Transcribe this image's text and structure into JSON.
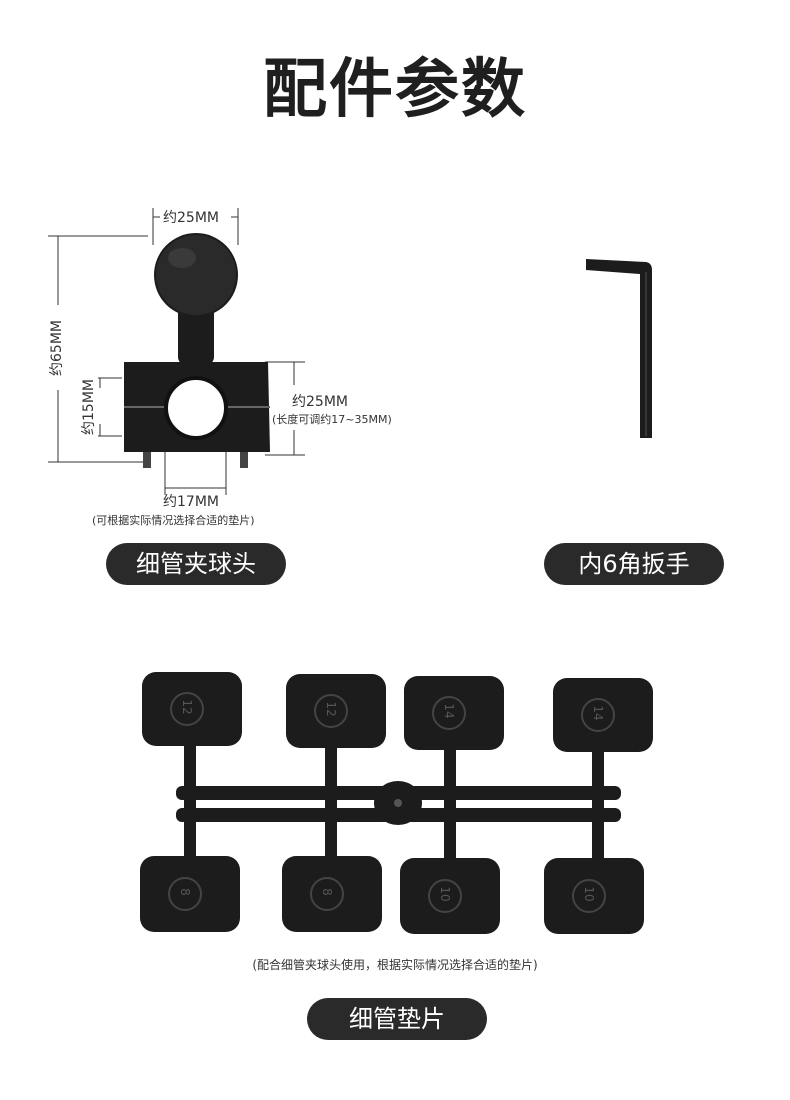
{
  "title": "配件参数",
  "clamp": {
    "dim_ball": "约25MM",
    "dim_height": "约65MM",
    "dim_clamp_height": "约15MM",
    "dim_clamp_len": "约25MM",
    "dim_clamp_len_note": "(长度可调约17~35MM)",
    "dim_pipe": "约17MM",
    "dim_pipe_note": "(可根据实际情况选择合适的垫片)",
    "label": "细管夹球头"
  },
  "wrench": {
    "label": "内6角扳手"
  },
  "shims": {
    "top_row": [
      "12",
      "12",
      "14",
      "14"
    ],
    "bottom_row": [
      "8",
      "8",
      "10",
      "10"
    ],
    "note": "(配合细管夹球头使用，根据实际情况选择合适的垫片)",
    "label": "细管垫片"
  },
  "colors": {
    "part": "#1c1c1c",
    "pill": "#2a2a2a"
  }
}
